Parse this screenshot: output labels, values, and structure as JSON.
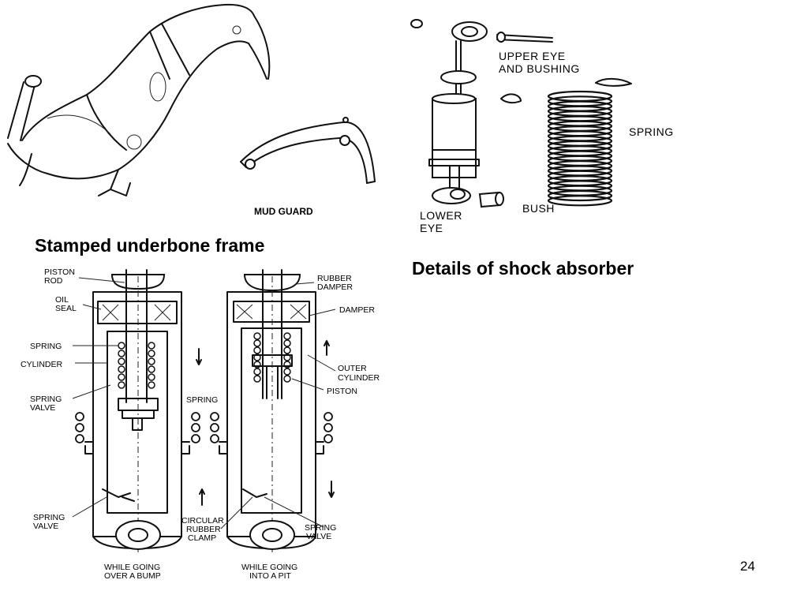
{
  "titles": {
    "frame": "Stamped underbone frame",
    "shock": "Details of shock absorber"
  },
  "frame_figure": {
    "mud_guard_label": "MUD GUARD"
  },
  "shock_parts_figure": {
    "upper_eye_line1": "UPPER EYE",
    "upper_eye_line2": "AND BUSHING",
    "spring": "SPRING",
    "bush": "BUSH",
    "lower_eye_line1": "LOWER",
    "lower_eye_line2": "EYE"
  },
  "section_figure": {
    "left_labels": {
      "piston_rod_1": "PISTON",
      "piston_rod_2": "ROD",
      "oil_seal_1": "OIL",
      "oil_seal_2": "SEAL",
      "spring": "SPRING",
      "cylinder": "CYLINDER",
      "spring_valve_1": "SPRING",
      "spring_valve_2": "VALVE",
      "spring_mid": "SPRING",
      "spring_valve_bottom_1": "SPRING",
      "spring_valve_bottom_2": "VALVE",
      "circular_1": "CIRCULAR",
      "circular_2": "RUBBER",
      "circular_3": "CLAMP"
    },
    "right_labels": {
      "rubber_damper_1": "RUBBER",
      "rubber_damper_2": "DAMPER",
      "damper": "DAMPER",
      "outer_cylinder_1": "OUTER",
      "outer_cylinder_2": "CYLINDER",
      "piston": "PISTON",
      "spring_valve_1": "SPRING",
      "spring_valve_2": "VALVE"
    },
    "captions": {
      "bump_1": "WHILE GOING",
      "bump_2": "OVER A BUMP",
      "pit_1": "WHILE GOING",
      "pit_2": "INTO A PIT"
    }
  },
  "slide_number": "24"
}
